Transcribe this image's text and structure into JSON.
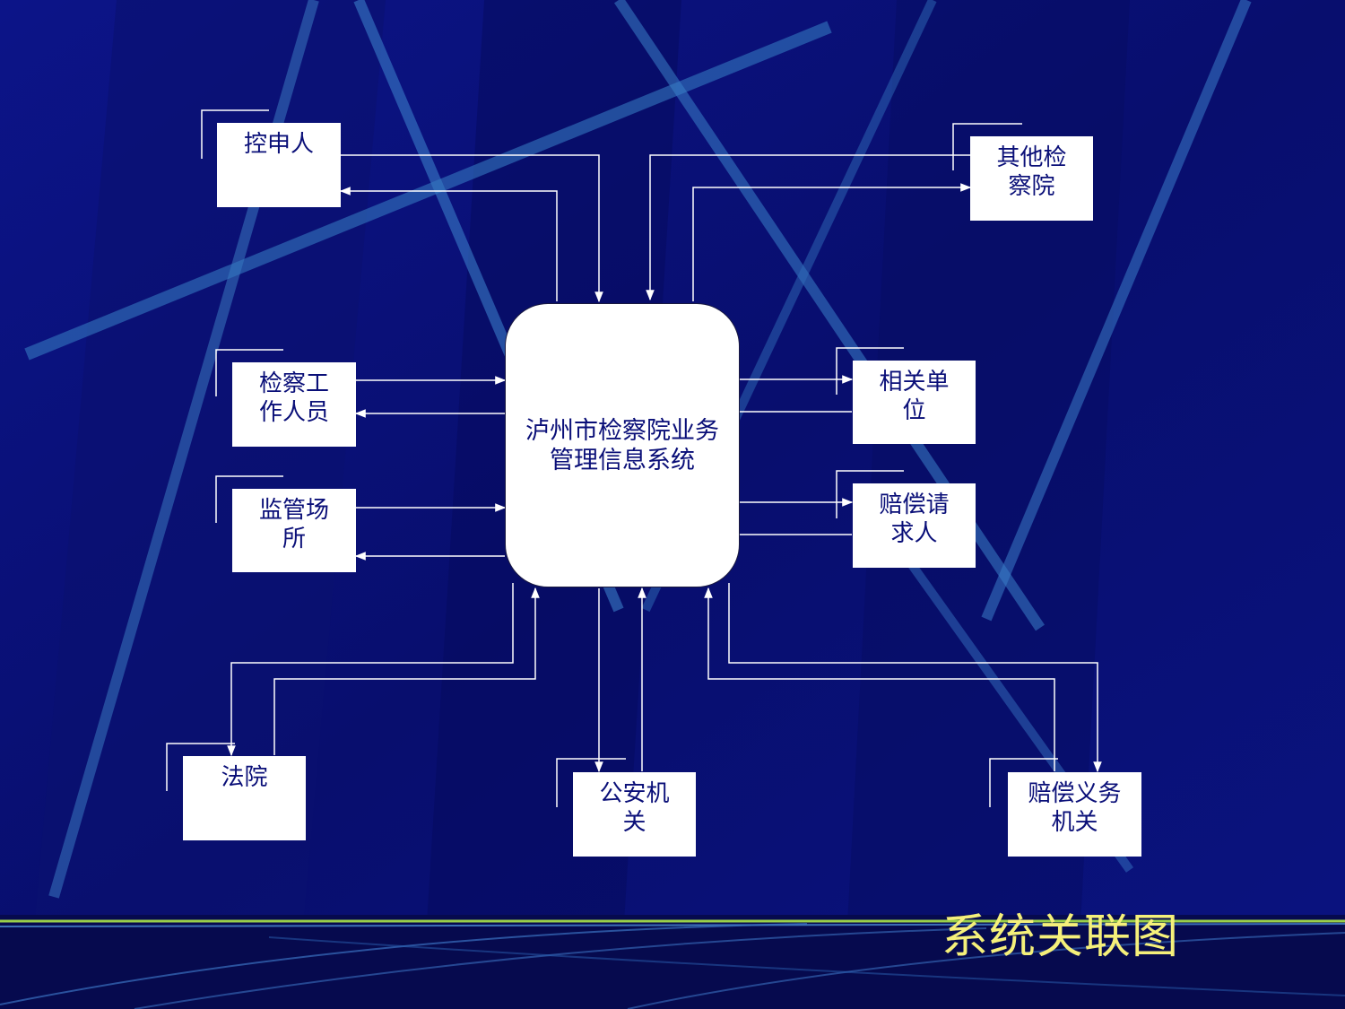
{
  "slide": {
    "title": "系统关联图",
    "colors": {
      "background": "#0a0f78",
      "title": "#f5f07a",
      "box": "#ffffff",
      "box_text": "#0a0f78",
      "line": "#ffffff"
    }
  },
  "center": {
    "label": "泸州市检察院业务管理信息系统"
  },
  "entities": {
    "complainant": {
      "lines": [
        "控申人"
      ]
    },
    "other_procuratorate": {
      "lines": [
        "其他检",
        "察院"
      ]
    },
    "prosecutor_staff": {
      "lines": [
        "检察工",
        "作人员"
      ]
    },
    "detention_facility": {
      "lines": [
        "监管场",
        "所"
      ]
    },
    "related_unit": {
      "lines": [
        "相关单",
        "位"
      ]
    },
    "compensation_claimant": {
      "lines": [
        "赔偿请",
        "求人"
      ]
    },
    "court": {
      "lines": [
        "法院"
      ]
    },
    "public_security": {
      "lines": [
        "公安机",
        "关"
      ]
    },
    "compensation_obligor": {
      "lines": [
        "赔偿义务",
        "机关"
      ]
    }
  }
}
